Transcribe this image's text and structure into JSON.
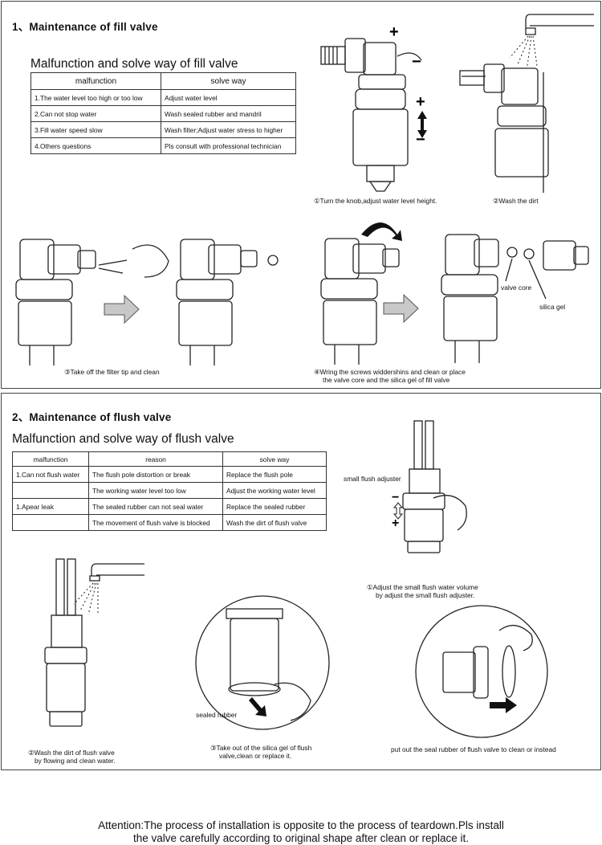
{
  "section1": {
    "title": "1、Maintenance of fill valve",
    "subtitle": "Malfunction and solve way of fill valve",
    "table": {
      "headers": [
        "malfunction",
        "solve way"
      ],
      "rows": [
        [
          "1.The water level too high or too low",
          "Adjust water level"
        ],
        [
          "2.Can not stop water",
          "Wash sealed rubber and mandril"
        ],
        [
          "3.Fill water speed slow",
          "Wash filter;Adjust water stress to higher"
        ],
        [
          "4.Others questions",
          "Pls consult with professional technician"
        ]
      ]
    },
    "captions": {
      "step1": "①Turn the knob,adjust water level height.",
      "step2": "②Wash the dirt",
      "step3": "③Take off  the filter tip and clean",
      "step4_line1": "④Wring the screws widdershins  and clean or place",
      "step4_line2": "the valve core and the silica gel of fill valve"
    },
    "labels": {
      "valve_core": "valve core",
      "silica_gel": "silica gel",
      "plus": "+",
      "minus": "−"
    }
  },
  "section2": {
    "title": "2、Maintenance of flush valve",
    "subtitle": "Malfunction and solve way of flush valve",
    "table": {
      "headers": [
        "malfunction",
        "reason",
        "solve way"
      ],
      "rows": [
        [
          "1.Can not flush water",
          "The flush pole distortion or break",
          "Replace the flush pole"
        ],
        [
          "",
          "The  working water level too low",
          "Adjust the working water level"
        ],
        [
          "1.Apear leak",
          "The  sealed rubber can not seal water",
          "Replace the sealed rubber"
        ],
        [
          "",
          "The movement of flush valve is blocked",
          "Wash the dirt of flush valve"
        ]
      ]
    },
    "labels": {
      "small_flush_adjuster": "small flush adjuster",
      "sealed_rubber": "sealed rubber",
      "plus": "+",
      "minus": "−"
    },
    "captions": {
      "step1_line1": "①Adjust the small flush water volume",
      "step1_line2": "by adjust the small flush adjuster.",
      "step2_line1": "②Wash the dirt of flush valve",
      "step2_line2": "by flowing and clean water.",
      "step3_line1": "③Take out of the silica gel of flush",
      "step3_line2": "valve,clean or replace it.",
      "step4": "put out the seal rubber of flush valve to clean or instead"
    }
  },
  "attention": {
    "line1": "Attention:The process of installation is opposite to the process of teardown.Pls install",
    "line2": "the valve carefully according to original shape after clean or replace it."
  }
}
